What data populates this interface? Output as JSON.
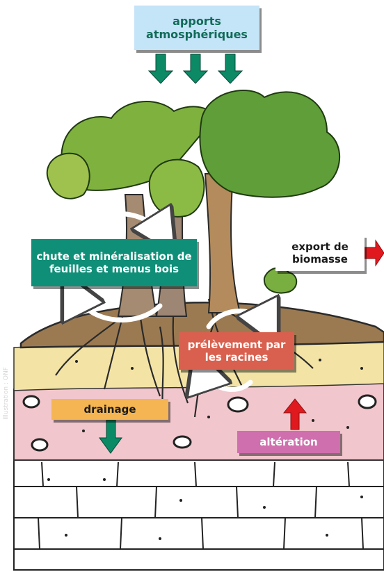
{
  "labels": {
    "apports": "apports\natmosphériques",
    "chute": "chute et minéralisation de feuilles et menus bois",
    "export": "export de\nbiomasse",
    "prelevement": "prélèvement par les racines",
    "drainage": "drainage",
    "alteration": "altération"
  },
  "colors": {
    "sky_box": "#c4e4f8",
    "teal_box": "#0f8f78",
    "red_box": "#d9604e",
    "orange_box": "#f4b552",
    "pink_box": "#cf6fae",
    "green_arrow": "#0c8a66",
    "red_arrow": "#e0191f",
    "foliage": "#6fae3c",
    "soil_brown": "#9b7a52",
    "topsoil_yellow": "#f3e4a6",
    "soil_pink": "#f1c6cc",
    "bedrock": "#ffffff"
  },
  "credit": "Illustration : ONF"
}
